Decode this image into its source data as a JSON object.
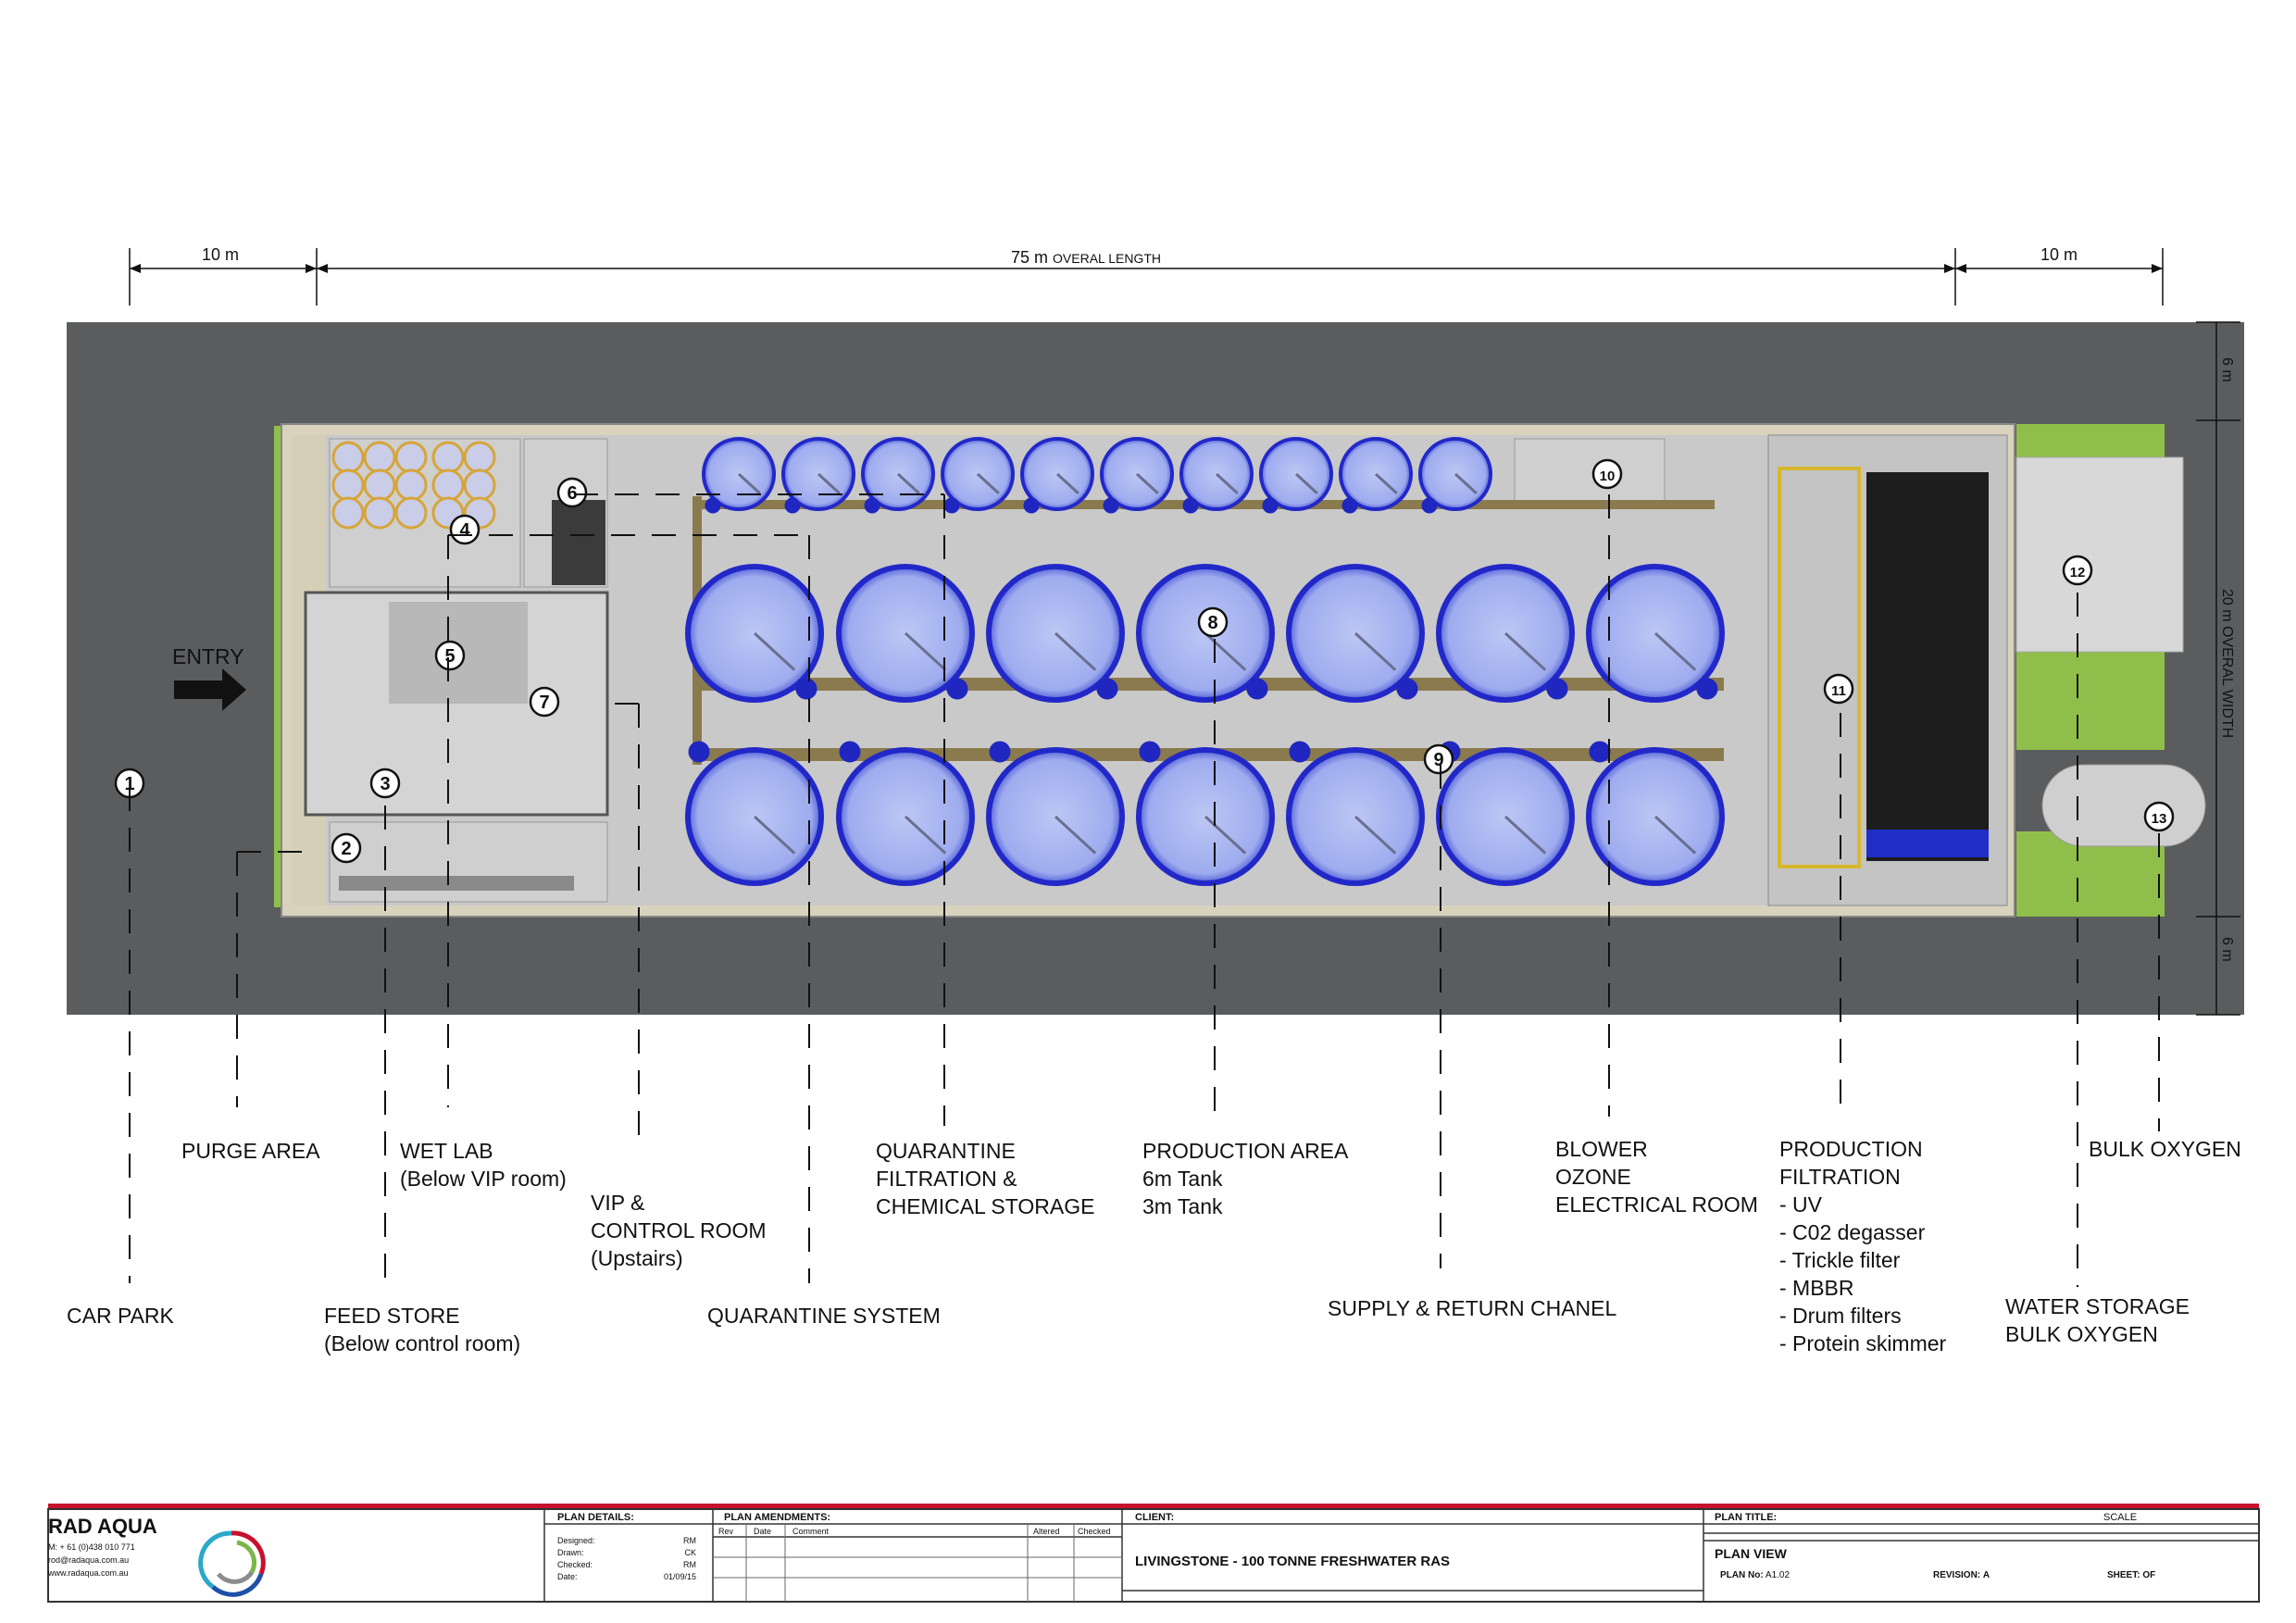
{
  "dimensions": {
    "left": "10 m",
    "overall_value": "75 m",
    "overall_text": "OVERAL LENGTH",
    "right": "10 m",
    "side_top": "6 m",
    "width": "20 m OVERAL WIDTH",
    "side_bottom": "6 m"
  },
  "entry_label": "ENTRY",
  "markers": [
    "1",
    "2",
    "3",
    "4",
    "5",
    "6",
    "7",
    "8",
    "9",
    "10",
    "11",
    "12",
    "13"
  ],
  "labels": {
    "car_park": [
      "CAR PARK"
    ],
    "purge_area": [
      "PURGE AREA"
    ],
    "feed_store": [
      "FEED STORE",
      "(Below control room)"
    ],
    "wet_lab": [
      "WET LAB",
      "(Below VIP room)"
    ],
    "vip_control": [
      "VIP &",
      "CONTROL ROOM",
      "(Upstairs)"
    ],
    "quarantine_system": [
      "QUARANTINE SYSTEM"
    ],
    "quarantine_filtration": [
      "QUARANTINE",
      "FILTRATION &",
      "CHEMICAL STORAGE"
    ],
    "production_area": [
      "PRODUCTION AREA",
      "6m Tank",
      "3m Tank"
    ],
    "supply_return": [
      "SUPPLY & RETURN CHANEL"
    ],
    "blower": [
      "BLOWER",
      "OZONE",
      "ELECTRICAL ROOM"
    ],
    "production_filtration": [
      "PRODUCTION",
      "FILTRATION",
      "- UV",
      "- C02 degasser",
      "- Trickle filter",
      "- MBBR",
      "- Drum filters",
      "- Protein skimmer"
    ],
    "water_storage": [
      "WATER STORAGE",
      "BULK OXYGEN"
    ],
    "bulk_oxygen": [
      "BULK OXYGEN"
    ]
  },
  "title_block": {
    "company": "RAD AQUA",
    "phone": "M: + 61 (0)438 010 771",
    "email": "rod@radaqua.com.au",
    "web": "www.radaqua.com.au",
    "plan_details_header": "PLAN DETAILS:",
    "details": [
      {
        "k": "Designed:",
        "v": "RM"
      },
      {
        "k": "Drawn:",
        "v": "CK"
      },
      {
        "k": "Checked:",
        "v": "RM"
      },
      {
        "k": "Date:",
        "v": "01/09/15"
      }
    ],
    "amendments_header": "PLAN AMENDMENTS:",
    "amend_cols": [
      "Rev",
      "Date",
      "Comment",
      "Altered",
      "Checked"
    ],
    "client_header": "CLIENT:",
    "client": "LIVINGSTONE - 100 TONNE FRESHWATER RAS",
    "plan_title_header": "PLAN TITLE:",
    "scale_label": "SCALE",
    "plan_title": "PLAN VIEW",
    "plan_no_label": "PLAN No:",
    "plan_no": "A1.02",
    "revision_label": "REVISION:",
    "revision": "A",
    "sheet_label": "SHEET:",
    "sheet_of": "OF"
  },
  "colors": {
    "road": "#5b5c5e",
    "floor": "#c8c8c8",
    "tank_fill": "#a9b6f0",
    "tank_rim": "#2228c8",
    "grass": "#8fbf4a",
    "accent_red": "#c8102e"
  }
}
